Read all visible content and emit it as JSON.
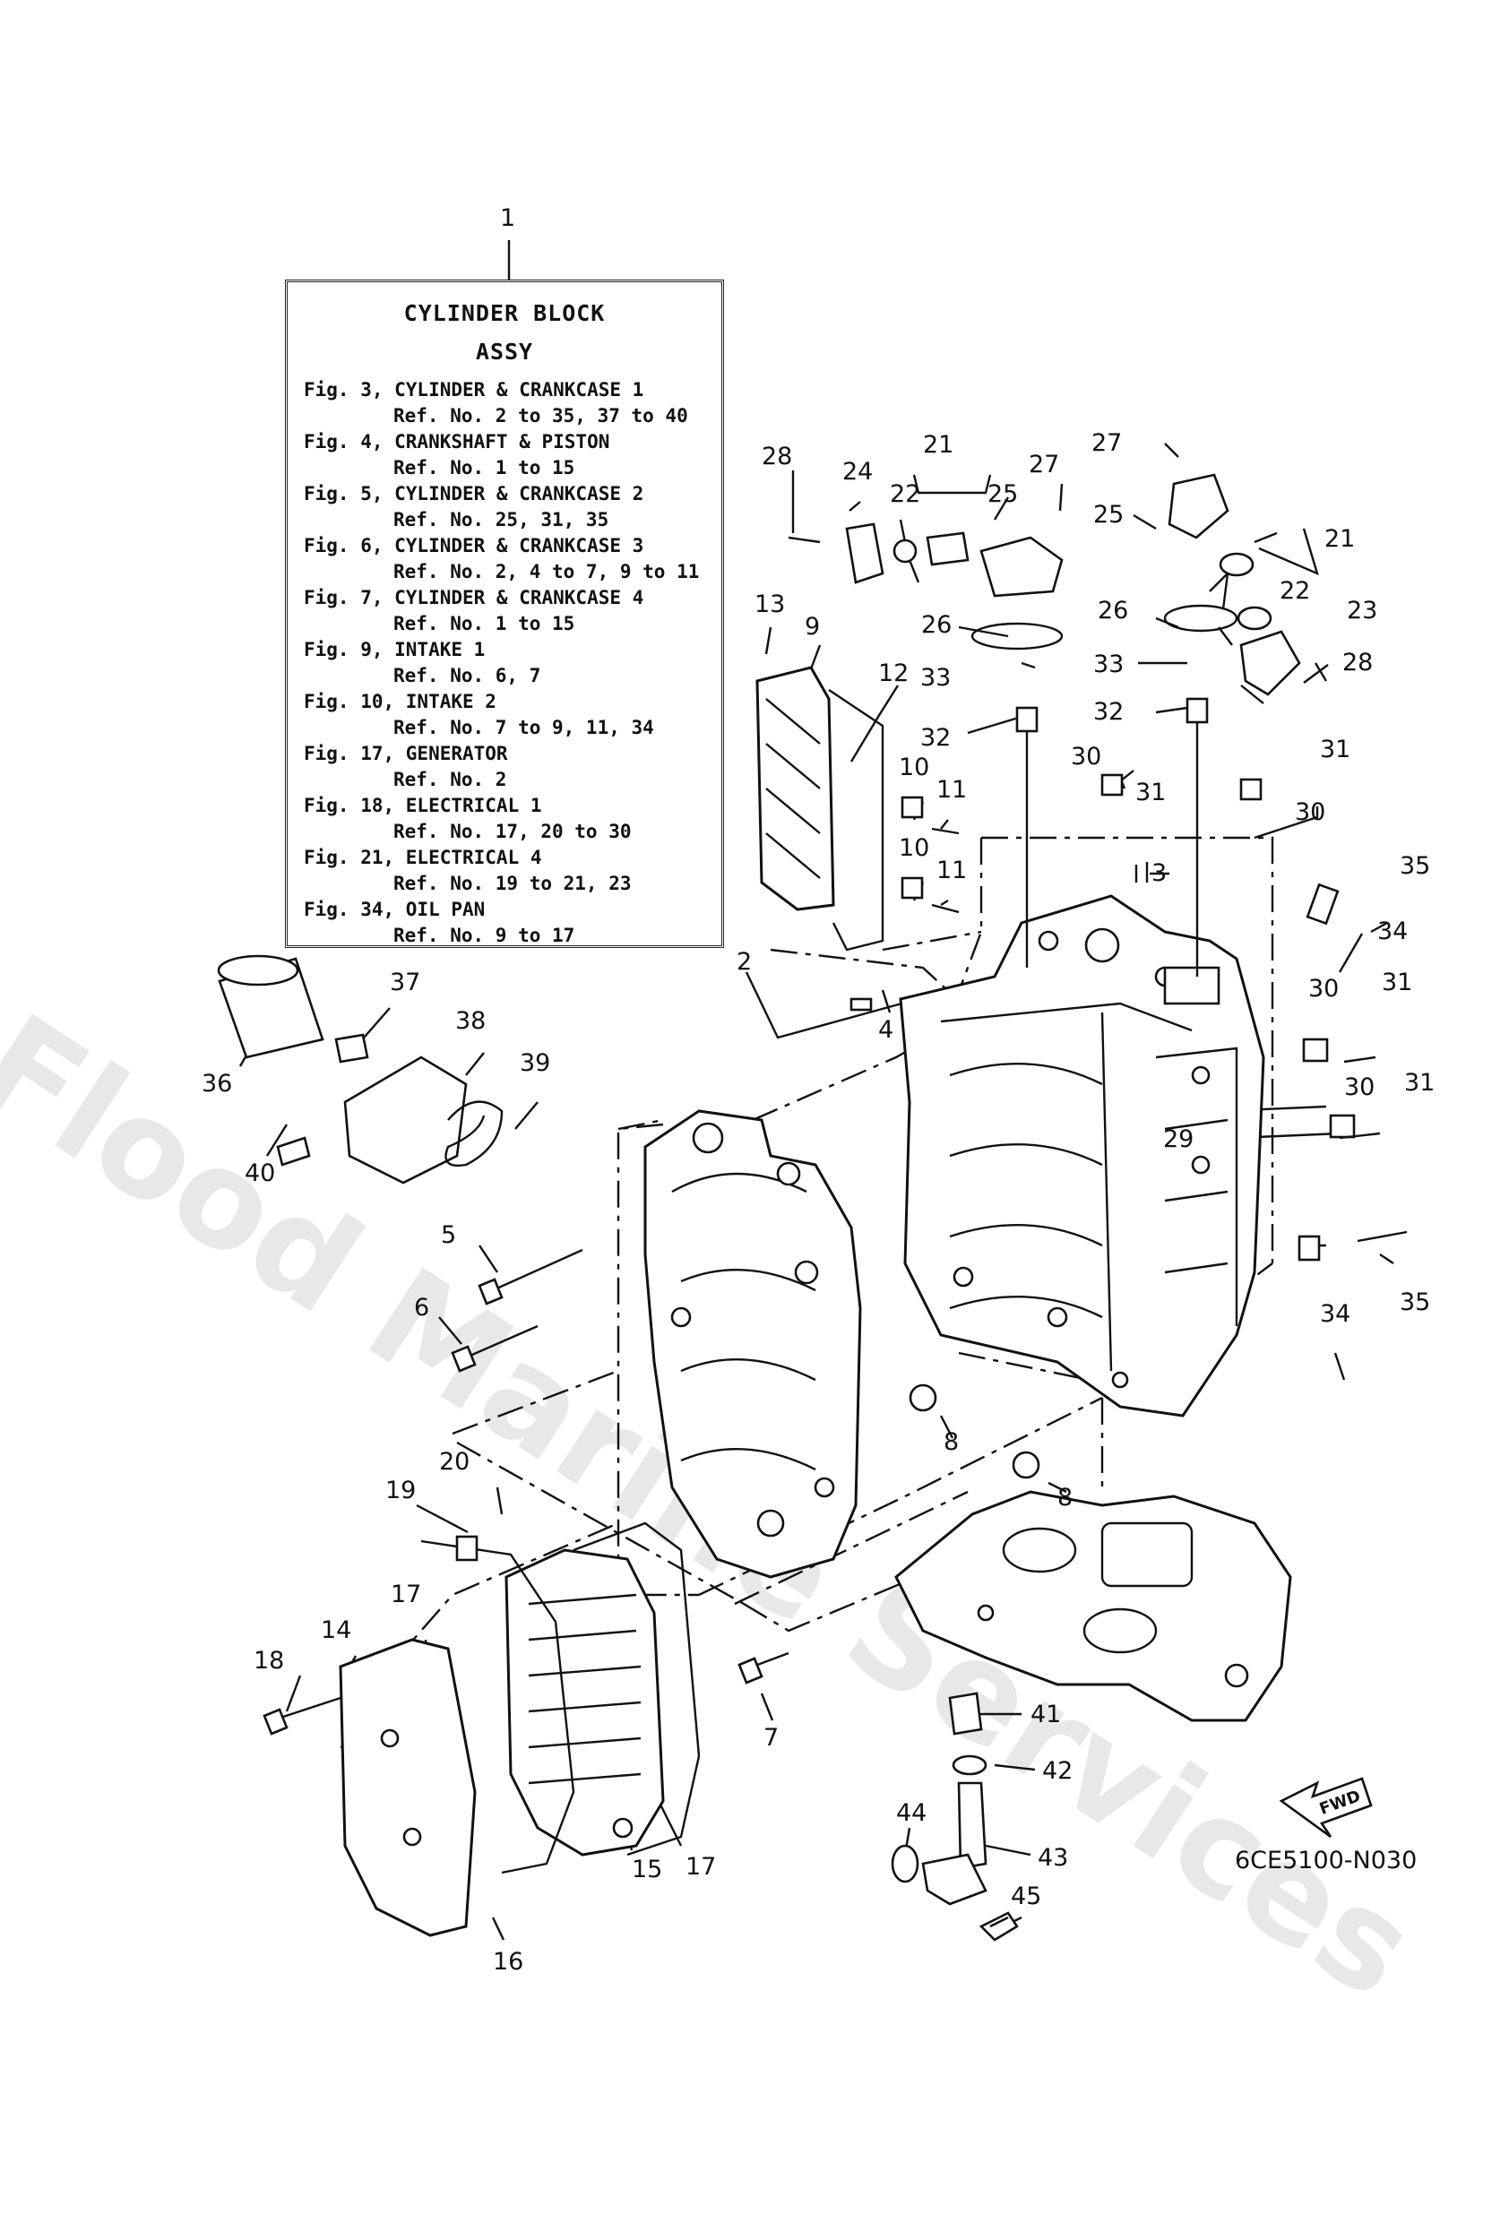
{
  "legend": {
    "title_line1": "CYLINDER BLOCK",
    "title_line2": "ASSY",
    "entries": [
      {
        "fig": "Fig. 3, CYLINDER & CRANKCASE 1",
        "ref": "Ref. No. 2 to 35, 37 to 40"
      },
      {
        "fig": "Fig. 4, CRANKSHAFT & PISTON",
        "ref": "Ref. No. 1 to 15"
      },
      {
        "fig": "Fig. 5, CYLINDER & CRANKCASE 2",
        "ref": "Ref. No. 25, 31, 35"
      },
      {
        "fig": "Fig. 6, CYLINDER & CRANKCASE 3",
        "ref": "Ref. No. 2, 4 to 7, 9 to 11"
      },
      {
        "fig": "Fig. 7, CYLINDER & CRANKCASE 4",
        "ref": "Ref. No. 1 to 15"
      },
      {
        "fig": "Fig. 9, INTAKE 1",
        "ref": "Ref. No. 6, 7"
      },
      {
        "fig": "Fig. 10, INTAKE 2",
        "ref": "Ref. No. 7 to 9,  11, 34"
      },
      {
        "fig": "Fig. 17, GENERATOR",
        "ref": "Ref. No. 2"
      },
      {
        "fig": "Fig. 18, ELECTRICAL 1",
        "ref": "Ref. No. 17, 20 to 30"
      },
      {
        "fig": "Fig. 21, ELECTRICAL 4",
        "ref": "Ref. No. 19 to 21, 23"
      },
      {
        "fig": "Fig. 34, OIL PAN",
        "ref": "Ref. No. 9 to 17"
      }
    ]
  },
  "watermark": "Flood Marine Services",
  "fwd_label": "FWD",
  "drawing_code": "6CE5100-N030",
  "callouts": [
    {
      "id": "c1",
      "label": "1"
    },
    {
      "id": "c2",
      "label": "2"
    },
    {
      "id": "c3",
      "label": "3"
    },
    {
      "id": "c4",
      "label": "4"
    },
    {
      "id": "c5",
      "label": "5"
    },
    {
      "id": "c6",
      "label": "6"
    },
    {
      "id": "c7",
      "label": "7"
    },
    {
      "id": "c8a",
      "label": "8"
    },
    {
      "id": "c8b",
      "label": "8"
    },
    {
      "id": "c9",
      "label": "9"
    },
    {
      "id": "c10a",
      "label": "10"
    },
    {
      "id": "c10b",
      "label": "10"
    },
    {
      "id": "c11a",
      "label": "11"
    },
    {
      "id": "c11b",
      "label": "11"
    },
    {
      "id": "c12",
      "label": "12"
    },
    {
      "id": "c13",
      "label": "13"
    },
    {
      "id": "c14",
      "label": "14"
    },
    {
      "id": "c15",
      "label": "15"
    },
    {
      "id": "c16",
      "label": "16"
    },
    {
      "id": "c17a",
      "label": "17"
    },
    {
      "id": "c17b",
      "label": "17"
    },
    {
      "id": "c18",
      "label": "18"
    },
    {
      "id": "c19",
      "label": "19"
    },
    {
      "id": "c20",
      "label": "20"
    },
    {
      "id": "c21a",
      "label": "21"
    },
    {
      "id": "c21b",
      "label": "21"
    },
    {
      "id": "c22a",
      "label": "22"
    },
    {
      "id": "c22b",
      "label": "22"
    },
    {
      "id": "c23",
      "label": "23"
    },
    {
      "id": "c24",
      "label": "24"
    },
    {
      "id": "c25a",
      "label": "25"
    },
    {
      "id": "c25b",
      "label": "25"
    },
    {
      "id": "c26a",
      "label": "26"
    },
    {
      "id": "c26b",
      "label": "26"
    },
    {
      "id": "c27a",
      "label": "27"
    },
    {
      "id": "c27b",
      "label": "27"
    },
    {
      "id": "c28a",
      "label": "28"
    },
    {
      "id": "c28b",
      "label": "28"
    },
    {
      "id": "c29",
      "label": "29"
    },
    {
      "id": "c30a",
      "label": "30"
    },
    {
      "id": "c30b",
      "label": "30"
    },
    {
      "id": "c30c",
      "label": "30"
    },
    {
      "id": "c30d",
      "label": "30"
    },
    {
      "id": "c31a",
      "label": "31"
    },
    {
      "id": "c31b",
      "label": "31"
    },
    {
      "id": "c31c",
      "label": "31"
    },
    {
      "id": "c31d",
      "label": "31"
    },
    {
      "id": "c32a",
      "label": "32"
    },
    {
      "id": "c32b",
      "label": "32"
    },
    {
      "id": "c33a",
      "label": "33"
    },
    {
      "id": "c33b",
      "label": "33"
    },
    {
      "id": "c34a",
      "label": "34"
    },
    {
      "id": "c34b",
      "label": "34"
    },
    {
      "id": "c35a",
      "label": "35"
    },
    {
      "id": "c35b",
      "label": "35"
    },
    {
      "id": "c36",
      "label": "36"
    },
    {
      "id": "c37",
      "label": "37"
    },
    {
      "id": "c38",
      "label": "38"
    },
    {
      "id": "c39",
      "label": "39"
    },
    {
      "id": "c40",
      "label": "40"
    },
    {
      "id": "c41",
      "label": "41"
    },
    {
      "id": "c42",
      "label": "42"
    },
    {
      "id": "c43",
      "label": "43"
    },
    {
      "id": "c44",
      "label": "44"
    },
    {
      "id": "c45",
      "label": "45"
    }
  ]
}
